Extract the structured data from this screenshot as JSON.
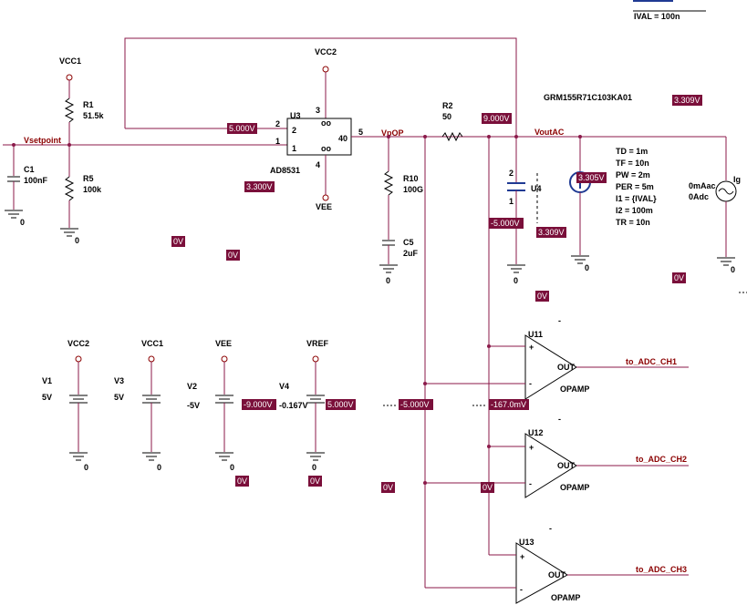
{
  "top_param": "IVAL = 100n",
  "power_labels": {
    "vcc1_top": "VCC1",
    "vcc2_top": "VCC2",
    "vee_u3": "VEE",
    "vcc2_src": "VCC2",
    "vcc1_src": "VCC1",
    "vee_src": "VEE",
    "vref_src": "VREF"
  },
  "components": {
    "r1": {
      "ref": "R1",
      "value": "51.5k"
    },
    "r5": {
      "ref": "R5",
      "value": "100k"
    },
    "c1": {
      "ref": "C1",
      "value": "100nF"
    },
    "u3": {
      "ref": "U3",
      "part": "AD8531",
      "pin2": "2",
      "pin1": "1",
      "pin5": "5",
      "pin3": "3",
      "pin4": "4",
      "inner2": "2",
      "inner1": "1",
      "inner40": "40"
    },
    "r2": {
      "ref": "R2",
      "value": "50"
    },
    "r10": {
      "ref": "R10",
      "value": "100G"
    },
    "c5": {
      "ref": "C5",
      "value": "2uF"
    },
    "u4": {
      "ref": "U4",
      "part": "GRM155R71C103KA01",
      "pin2": "2",
      "pin1": "1"
    },
    "ig": {
      "ref": "Ig",
      "dc1": "0mAac",
      "dc2": "0Adc"
    },
    "v1": {
      "ref": "V1",
      "value": "5V"
    },
    "v3": {
      "ref": "V3",
      "value": "5V"
    },
    "v2": {
      "ref": "V2",
      "value": "-5V"
    },
    "v4": {
      "ref": "V4",
      "value": "-0.167V"
    },
    "u11": {
      "ref": "U11",
      "label": "OPAMP",
      "out": "OUT",
      "plus": "+",
      "minus": "-"
    },
    "u12": {
      "ref": "U12",
      "label": "OPAMP",
      "out": "OUT",
      "plus": "+",
      "minus": "-"
    },
    "u13": {
      "ref": "U13",
      "label": "OPAMP",
      "out": "OUT",
      "plus": "+",
      "minus": "-"
    }
  },
  "pulse_params": [
    "TD = 1m",
    "TF = 10n",
    "PW = 2m",
    "PER = 5m",
    "I1 = {IVAL}",
    "I2 = 100m",
    "TR = 10n"
  ],
  "net_labels": {
    "vsetpoint": "Vsetpoint",
    "vpop": "VpOP",
    "voutac": "VoutAC",
    "ch1": "to_ADC_CH1",
    "ch2": "to_ADC_CH2",
    "ch3": "to_ADC_CH3"
  },
  "ground_label": "0",
  "voltages": {
    "v_5000_u3": "5.000V",
    "v_3300": "3.300V",
    "v_9000_top": "9.000V",
    "v_3309_right": "3.309V",
    "v_3305": "3.305V",
    "v_m5000_u4": "-5.000V",
    "v_3309_u4": "3.309V",
    "v_0_a": "0V",
    "v_0_b": "0V",
    "v_0_c": "0V",
    "v_0_d": "0V",
    "v_m9000": "-9.000V",
    "v_5000_vref": "5.000V",
    "v_m5000_mid": "-5.000V",
    "v_m167": "-167.0mV",
    "v_0_e": "0V",
    "v_0_f": "0V",
    "v_0_g": "0V",
    "v_0_h": "0V"
  }
}
